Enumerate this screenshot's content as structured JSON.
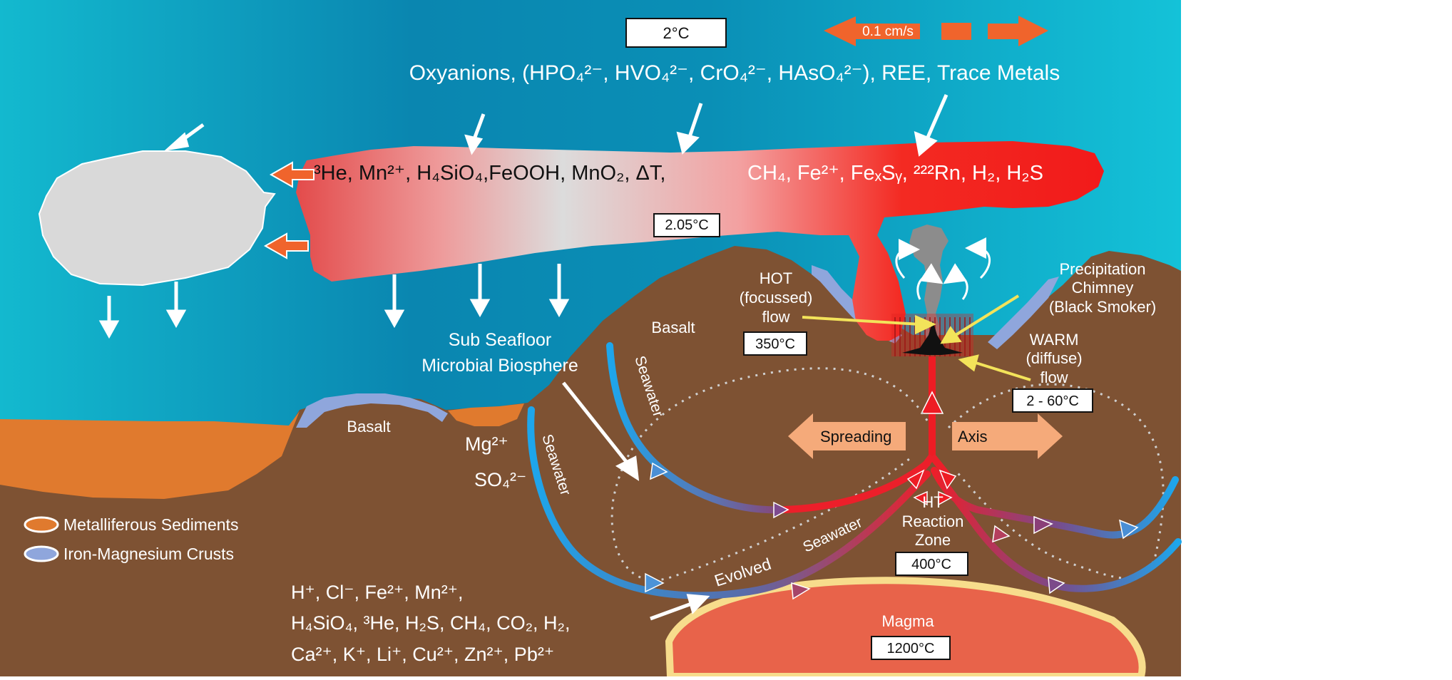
{
  "labels": {
    "temp_top": "2°C",
    "velocity": "0.1 cm/s",
    "oxyanions": "Oxyanions, (HPO₄²⁻, HVO₄²⁻, CrO₄²⁻, HAsO₄²⁻), REE, Trace Metals",
    "plume_left": "³He, Mn²⁺, H₄SiO₄,FeOOH, MnO₂, ΔT,",
    "plume_right": "CH₄, Fe²⁺, FeₓSᵧ, ²²²Rn, H₂, H₂S",
    "temp_plume": "2.05°C",
    "hot_1": "HOT",
    "hot_2": "(focussed)",
    "hot_3": "flow",
    "temp_hot": "350°C",
    "precip_1": "Precipitation",
    "precip_2": "Chimney",
    "precip_3": "(Black Smoker)",
    "warm_1": "WARM",
    "warm_2": "(diffuse)",
    "warm_3": "flow",
    "temp_warm": "2 - 60°C",
    "basalt_right": "Basalt",
    "basalt_left": "Basalt",
    "biosphere_1": "Sub Seafloor",
    "biosphere_2": "Microbial Biosphere",
    "mg": "Mg²⁺",
    "so4": "SO₄²⁻",
    "seawater_a": "Seawater",
    "seawater_b": "Seawater",
    "seawater_c": "Seawater",
    "evolved": "Evolved",
    "spreading": "Spreading",
    "axis": "Axis",
    "ht_1": "HT",
    "ht_2": "Reaction",
    "ht_3": "Zone",
    "temp_ht": "400°C",
    "magma": "Magma",
    "temp_magma": "1200°C",
    "fluid_1": "H⁺, Cl⁻, Fe²⁺, Mn²⁺,",
    "fluid_2": "H₄SiO₄, ³He, H₂S, CH₄, CO₂, H₂,",
    "fluid_3": "Ca²⁺, K⁺, Li⁺, Cu²⁺, Zn²⁺, Pb²⁺"
  },
  "legend": [
    {
      "label": "Metalliferous Sediments",
      "color": "#e07a2e"
    },
    {
      "label": "Iron-Magnesium Crusts",
      "color": "#8fa6dc"
    }
  ],
  "colors": {
    "ocean_deep": "#0b8db2",
    "ocean_light": "#16c3d6",
    "seafloor": "#7e5233",
    "sediment": "#e07a2e",
    "crust": "#8fa6dc",
    "plume_hot": "#f2201e",
    "plume_cold": "#d9d9d9",
    "magma": "#e8634a",
    "magma_rim": "#f7dc8c",
    "arrow_orange": "#f0642c",
    "arrow_peach": "#f5aa7a",
    "seawater_blue": "#1aa3e8",
    "yellow_arrow": "#f3e35a"
  }
}
